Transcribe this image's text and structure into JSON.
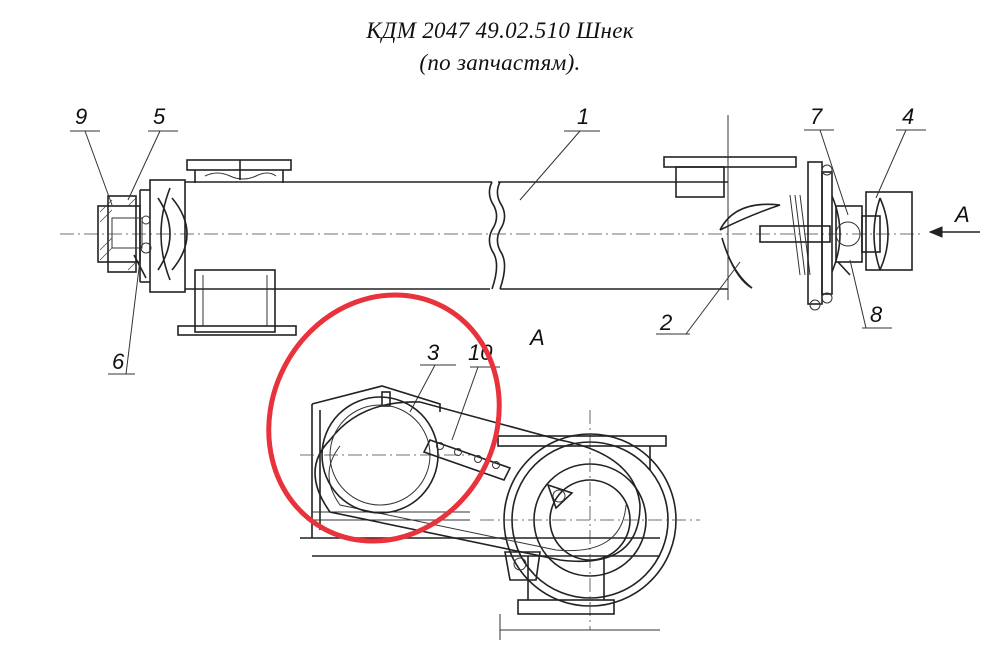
{
  "title": {
    "line1": "КДМ 2047 49.02.510 Шнек",
    "line2": "(по запчастям)."
  },
  "callouts": [
    "1",
    "2",
    "3",
    "4",
    "5",
    "6",
    "7",
    "8",
    "9",
    "10"
  ],
  "view_labels": {
    "arrow": "A",
    "section": "A"
  },
  "highlight": {
    "shape": "ellipse",
    "color": "#e8323c"
  }
}
